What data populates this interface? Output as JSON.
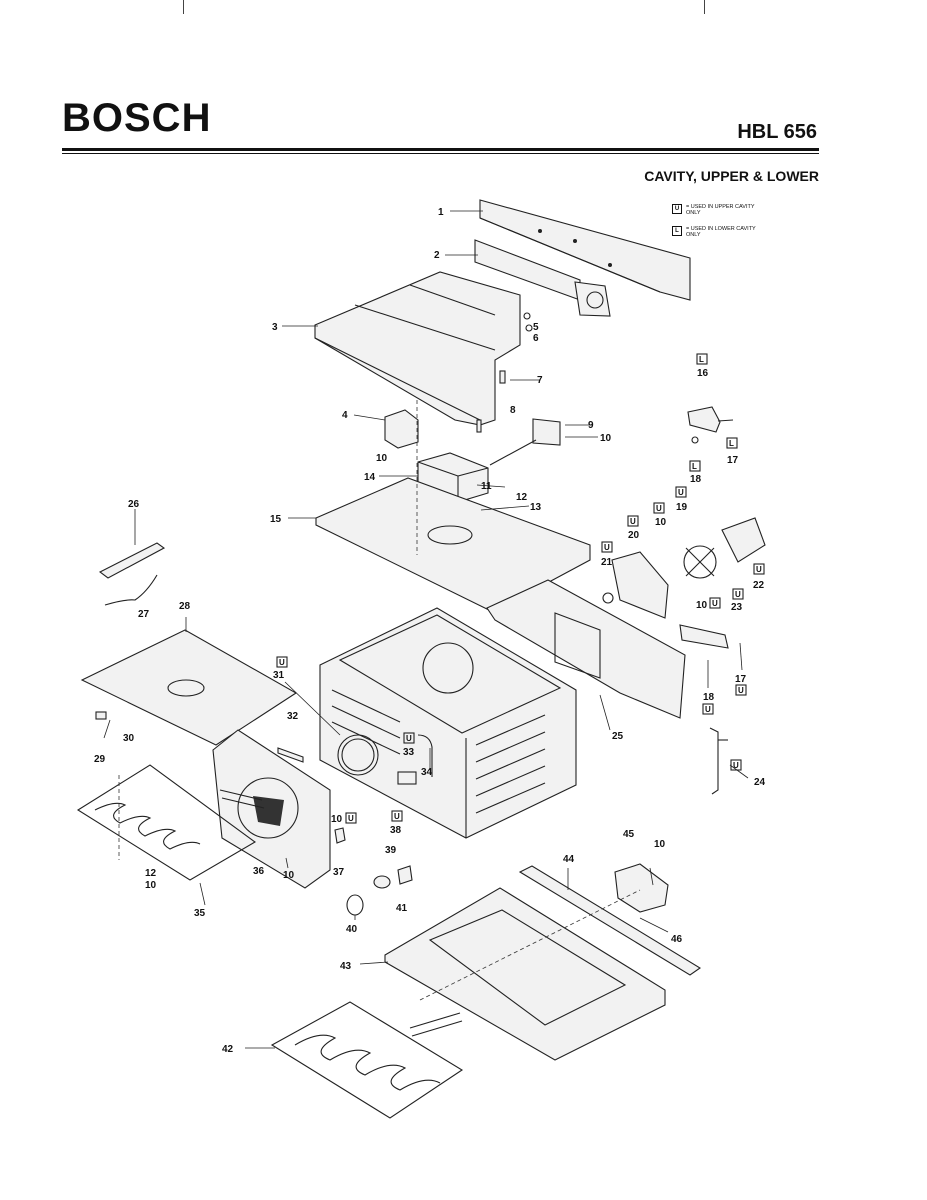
{
  "header": {
    "brand": "BOSCH",
    "model": "HBL 656",
    "section_title": "CAVITY, UPPER & LOWER"
  },
  "legend": [
    {
      "code": "U",
      "text": "= USED IN UPPER CAVITY ONLY"
    },
    {
      "code": "L",
      "text": "= USED IN LOWER CAVITY ONLY"
    }
  ],
  "callouts": {
    "c1": "1",
    "c2": "2",
    "c3": "3",
    "c4": "4",
    "c5": "5",
    "c6": "6",
    "c7": "7",
    "c8": "8",
    "c9": "9",
    "c10a": "10",
    "c10b": "10",
    "c11": "11",
    "c12a": "12",
    "c13": "13",
    "c14": "14",
    "c15": "15",
    "c16": "16",
    "c17a": "17",
    "c17b": "17",
    "c18a": "18",
    "c18b": "18",
    "c19": "19",
    "c20": "20",
    "c10c": "10",
    "c21": "21",
    "c22": "22",
    "c10d": "10",
    "c23": "23",
    "c24": "24",
    "c25": "25",
    "c26": "26",
    "c27": "27",
    "c28": "28",
    "c29": "29",
    "c30": "30",
    "c31": "31",
    "c32": "32",
    "c33": "33",
    "c34": "34",
    "c10e": "10",
    "c38": "38",
    "c37": "37",
    "c36": "36",
    "c10f": "10",
    "c12b": "12",
    "c10g": "10",
    "c35": "35",
    "c39": "39",
    "c40": "40",
    "c41": "41",
    "c44": "44",
    "c45": "45",
    "c10h": "10",
    "c46": "46",
    "c43": "43",
    "c42": "42"
  },
  "markers": {
    "U": "U",
    "L": "L"
  }
}
